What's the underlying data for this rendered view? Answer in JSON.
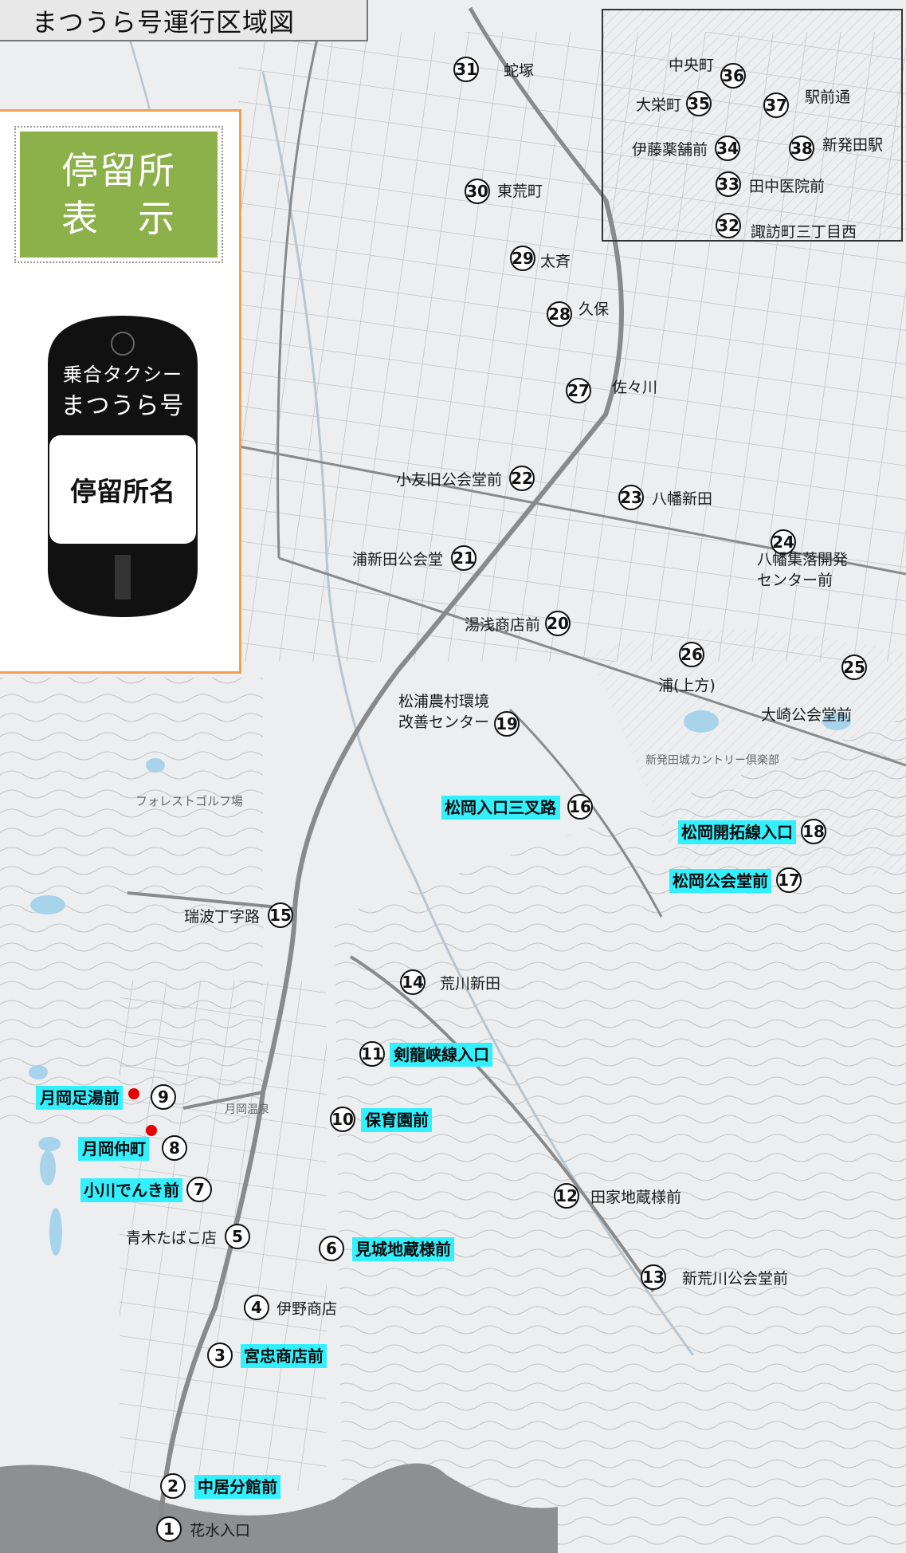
{
  "map_title": "まつうら号運行区域図",
  "legend": {
    "header_line1": "停留所",
    "header_line2": "表　示",
    "sign_operator": "乗合タクシー",
    "sign_service": "まつうら号",
    "sign_stop_name": "停留所名"
  },
  "colors": {
    "highlight": "#33f0ff",
    "legend_green": "#8db14a",
    "legend_border": "#f0a050",
    "marker_red": "#e60000",
    "road": "#8a8a8a"
  },
  "stops": [
    {
      "num": "1",
      "name": "花水入口",
      "highlighted": false
    },
    {
      "num": "2",
      "name": "中居分館前",
      "highlighted": true
    },
    {
      "num": "3",
      "name": "宮忠商店前",
      "highlighted": true
    },
    {
      "num": "4",
      "name": "伊野商店",
      "highlighted": false
    },
    {
      "num": "5",
      "name": "青木たばこ店",
      "highlighted": false
    },
    {
      "num": "6",
      "name": "見城地蔵様前",
      "highlighted": true
    },
    {
      "num": "7",
      "name": "小川でんき前",
      "highlighted": true
    },
    {
      "num": "8",
      "name": "月岡仲町",
      "highlighted": true
    },
    {
      "num": "9",
      "name": "月岡足湯前",
      "highlighted": true
    },
    {
      "num": "10",
      "name": "保育園前",
      "highlighted": true
    },
    {
      "num": "11",
      "name": "剣龍峡線入口",
      "highlighted": true
    },
    {
      "num": "12",
      "name": "田家地蔵様前",
      "highlighted": false
    },
    {
      "num": "13",
      "name": "新荒川公会堂前",
      "highlighted": false
    },
    {
      "num": "14",
      "name": "荒川新田",
      "highlighted": false
    },
    {
      "num": "15",
      "name": "瑞波丁字路",
      "highlighted": false
    },
    {
      "num": "16",
      "name": "松岡入口三叉路",
      "highlighted": true
    },
    {
      "num": "17",
      "name": "松岡公会堂前",
      "highlighted": true
    },
    {
      "num": "18",
      "name": "松岡開拓線入口",
      "highlighted": true
    },
    {
      "num": "19",
      "name": "松浦農村環境改善センター",
      "name_line1": "松浦農村環境",
      "name_line2": "改善センター",
      "highlighted": false
    },
    {
      "num": "20",
      "name": "湯浅商店前",
      "highlighted": false
    },
    {
      "num": "21",
      "name": "浦新田公会堂",
      "highlighted": false
    },
    {
      "num": "22",
      "name": "小友旧公会堂前",
      "highlighted": false
    },
    {
      "num": "23",
      "name": "八幡新田",
      "highlighted": false
    },
    {
      "num": "24",
      "name": "八幡集落開発センター前",
      "name_line1": "八幡集落開発",
      "name_line2": "センター前",
      "highlighted": false
    },
    {
      "num": "25",
      "name": "大崎公会堂前",
      "highlighted": false
    },
    {
      "num": "26",
      "name": "浦(上方)",
      "highlighted": false
    },
    {
      "num": "27",
      "name": "佐々川",
      "highlighted": false
    },
    {
      "num": "28",
      "name": "久保",
      "highlighted": false
    },
    {
      "num": "29",
      "name": "太斉",
      "highlighted": false
    },
    {
      "num": "30",
      "name": "東荒町",
      "highlighted": false
    },
    {
      "num": "31",
      "name": "蛇塚",
      "highlighted": false
    },
    {
      "num": "32",
      "name": "諏訪町三丁目西",
      "highlighted": false
    },
    {
      "num": "33",
      "name": "田中医院前",
      "highlighted": false
    },
    {
      "num": "34",
      "name": "伊藤薬舗前",
      "highlighted": false
    },
    {
      "num": "35",
      "name": "大栄町",
      "highlighted": false
    },
    {
      "num": "36",
      "name": "中央町",
      "highlighted": false
    },
    {
      "num": "37",
      "name": "駅前通",
      "highlighted": false
    },
    {
      "num": "38",
      "name": "新発田駅",
      "highlighted": false
    }
  ],
  "map_labels": {
    "golf": "フォレストゴルフ場",
    "country_club": "新発田城カントリー倶楽部",
    "onsen": "月岡温泉"
  }
}
